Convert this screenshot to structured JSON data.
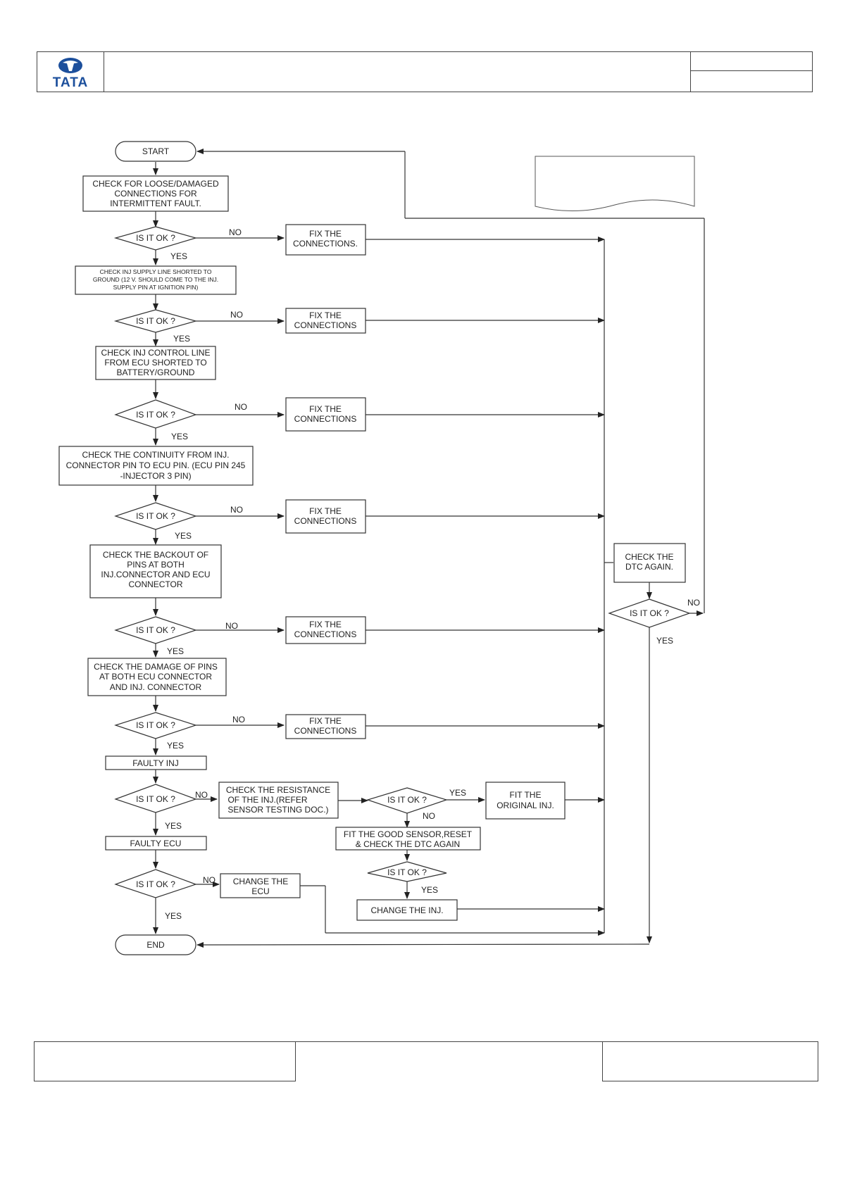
{
  "header": {
    "logo_text": "TATA",
    "brand_color": "#1c4f9c"
  },
  "flow": {
    "start": "START",
    "end": "END",
    "is_it_ok": "IS IT OK ?",
    "yes": "YES",
    "no": "NO",
    "step1": [
      "CHECK FOR LOOSE/DAMAGED",
      "CONNECTIONS FOR",
      "INTERMITTENT FAULT."
    ],
    "step2": [
      "CHECK INJ SUPPLY LINE SHORTED TO",
      "GROUND (12 V. SHOULD COME TO THE INJ.",
      "SUPPLY PIN AT IGNITION PIN)"
    ],
    "step3": [
      "CHECK INJ CONTROL LINE",
      "FROM ECU SHORTED TO",
      "BATTERY/GROUND"
    ],
    "step4": [
      "CHECK THE  CONTINUITY FROM INJ.",
      "CONNECTOR PIN TO ECU PIN. (ECU PIN 245",
      "-INJECTOR 3 PIN)"
    ],
    "step5": [
      "CHECK THE BACKOUT OF",
      "PINS AT BOTH",
      "INJ.CONNECTOR AND ECU",
      "CONNECTOR"
    ],
    "step6": [
      "CHECK THE DAMAGE OF PINS",
      "AT BOTH ECU CONNECTOR",
      "AND INJ. CONNECTOR"
    ],
    "faulty_inj": "FAULTY INJ",
    "faulty_ecu": "FAULTY ECU",
    "fix1": [
      "FIX THE",
      "CONNECTIONS."
    ],
    "fix": [
      "FIX THE",
      "CONNECTIONS"
    ],
    "check_resistance": [
      "CHECK THE RESISTANCE",
      "OF THE INJ.(REFER",
      "SENSOR TESTING DOC.)"
    ],
    "fit_original": [
      "FIT THE",
      "ORIGINAL INJ."
    ],
    "fit_good_sensor": [
      "FIT THE GOOD SENSOR,RESET",
      "& CHECK THE DTC AGAIN"
    ],
    "change_inj": "CHANGE THE INJ.",
    "change_ecu": [
      "CHANGE THE",
      "ECU"
    ],
    "check_dtc": [
      "CHECK THE",
      "DTC AGAIN."
    ]
  }
}
